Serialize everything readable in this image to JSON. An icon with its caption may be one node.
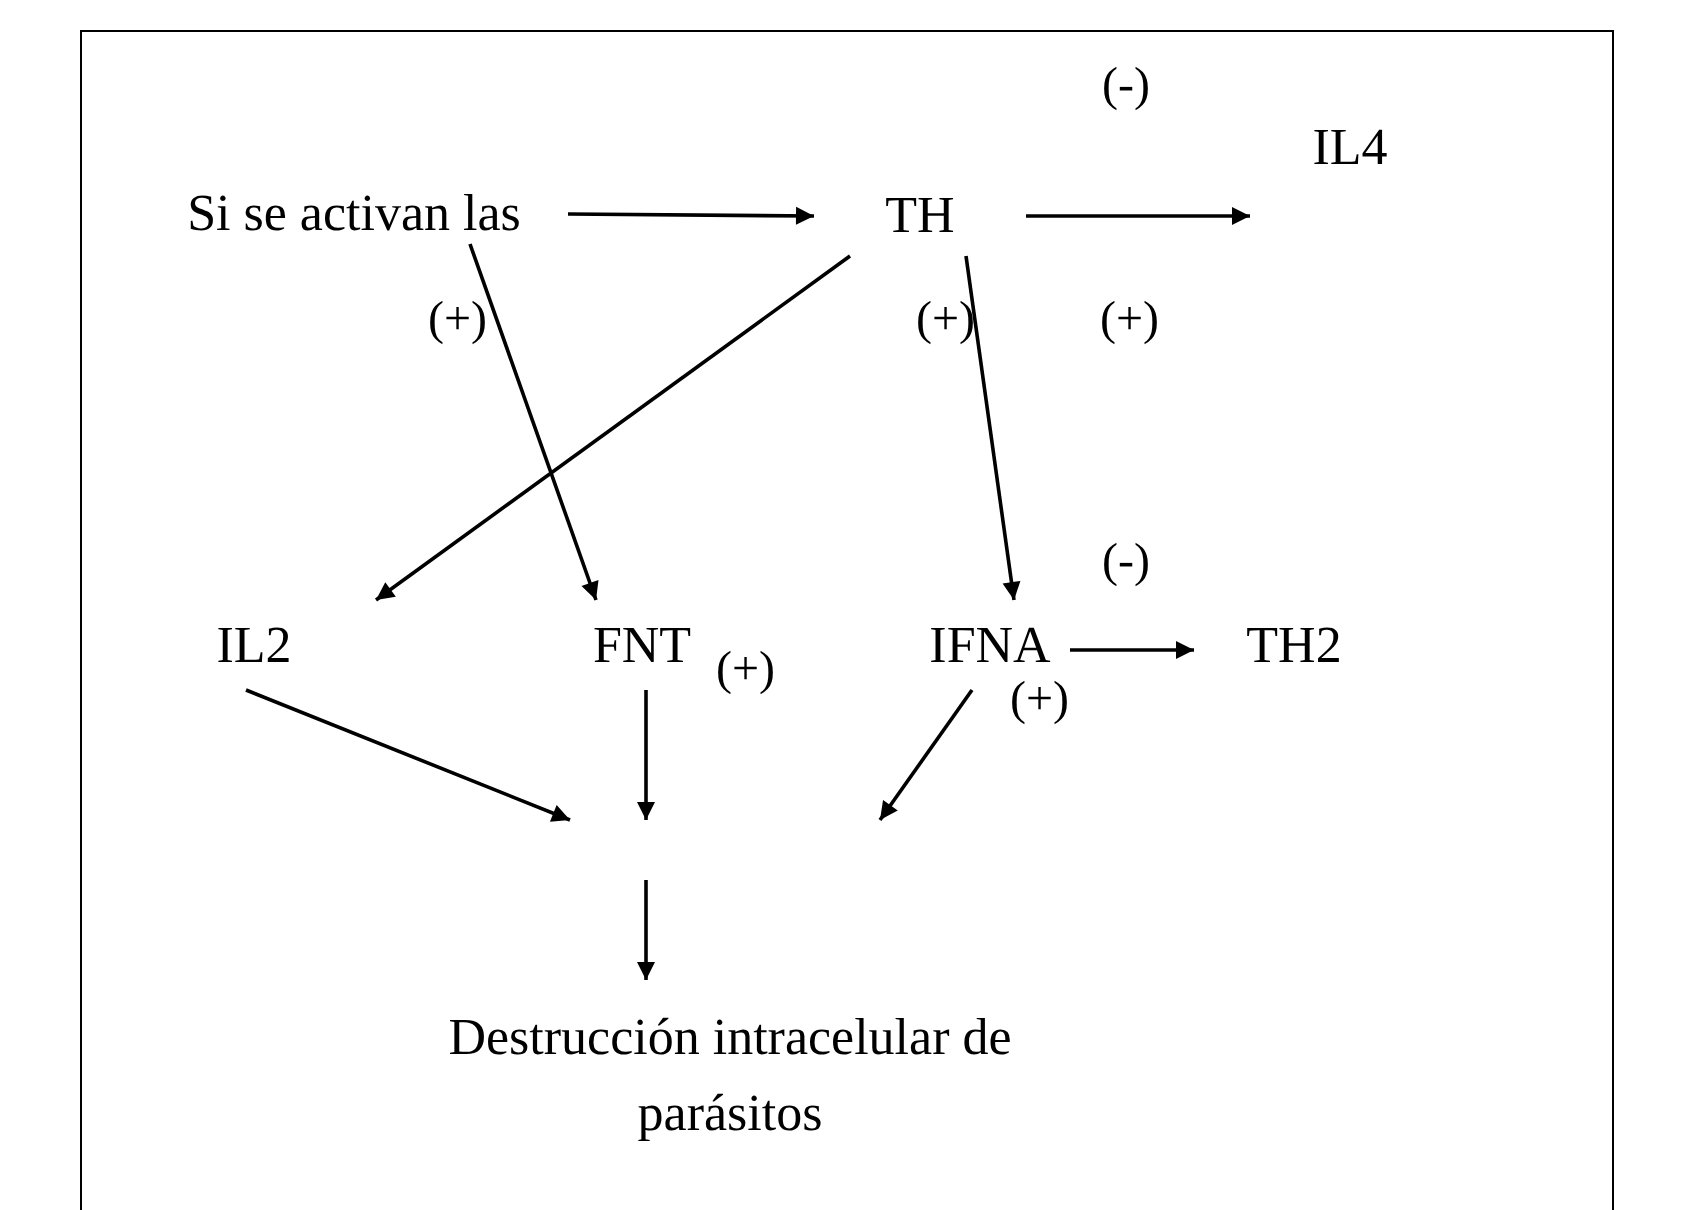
{
  "diagram": {
    "nodes": [
      {
        "text": [
          "Si se activan las"
        ]
      },
      {
        "text": [
          "TH"
        ]
      },
      {
        "text": [
          "IL4"
        ]
      },
      {
        "text": [
          "IL2"
        ]
      },
      {
        "text": [
          "FNT"
        ]
      },
      {
        "text": [
          "IFNA"
        ]
      },
      {
        "text": [
          "TH2"
        ]
      },
      {
        "text": [
          "Destrucción intracelular de parásitos"
        ]
      }
    ],
    "edges": [
      {
        "from": 0,
        "to": 1,
        "arrow": "to"
      },
      {
        "from": 1,
        "to": 2,
        "arrow": "to"
      },
      {
        "from": 1,
        "to": 3,
        "arrow": "to"
      },
      {
        "from": 0,
        "to": 4,
        "arrow": "to"
      },
      {
        "from": 1,
        "to": 5,
        "arrow": "to"
      },
      {
        "from": 5,
        "to": 6,
        "arrow": "to"
      },
      {
        "from": 3,
        "to": null,
        "arrow": "to"
      },
      {
        "from": 4,
        "to": null,
        "arrow": "to"
      },
      {
        "from": 5,
        "to": null,
        "arrow": "to"
      },
      {
        "from": null,
        "to": 7,
        "arrow": "to"
      }
    ],
    "labels": [
      "(-)",
      "(+)",
      "(+)",
      "(+)",
      "(-)",
      "(+)",
      "(+)"
    ]
  }
}
